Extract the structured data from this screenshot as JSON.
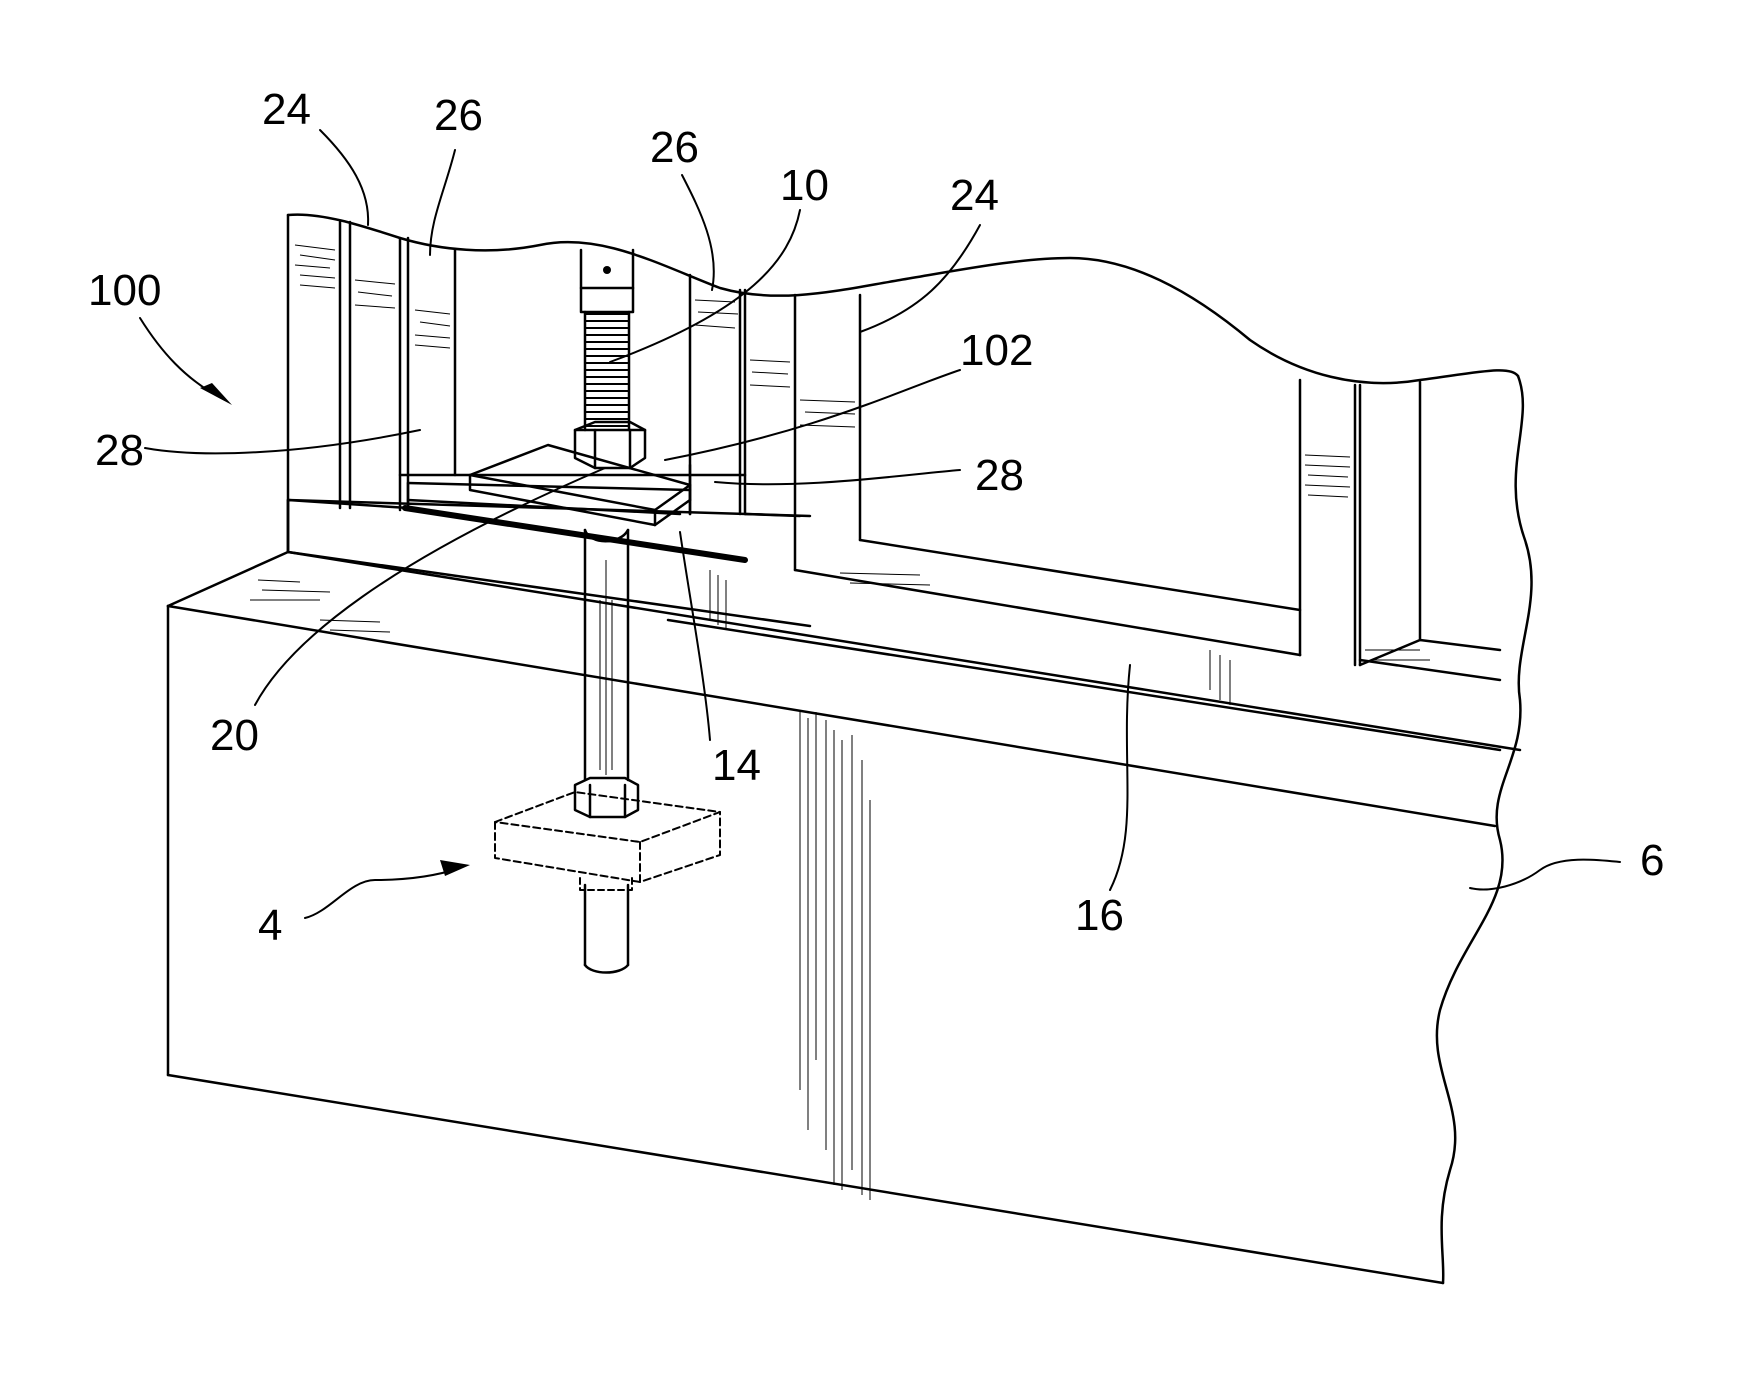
{
  "figure": {
    "labels": {
      "assembly": "100",
      "outer_stud_left": "24",
      "inner_stud_left": "26",
      "inner_stud_right": "26",
      "threaded_rod": "10",
      "outer_stud_right": "24",
      "bearing_plate": "102",
      "blocking_left": "28",
      "blocking_right": "28",
      "nut": "20",
      "sill_plate": "14",
      "foundation_top": "16",
      "anchor": "4",
      "foundation": "6"
    }
  }
}
